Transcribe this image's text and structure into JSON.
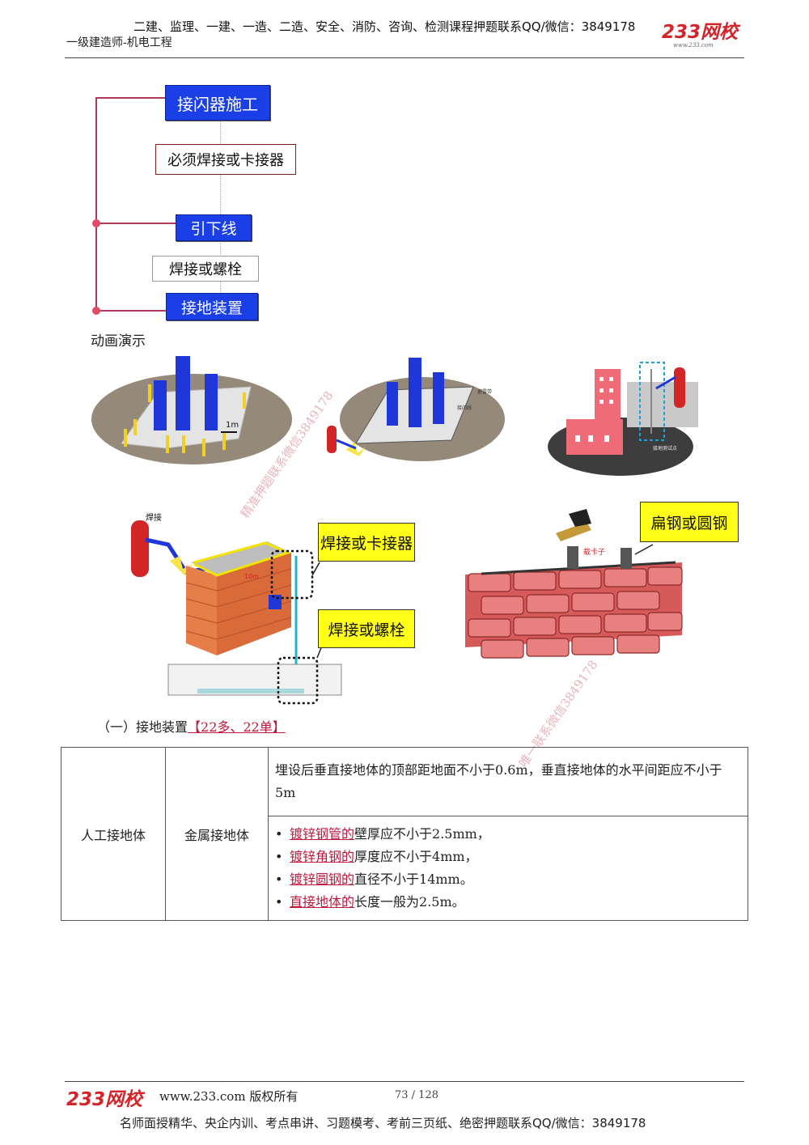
{
  "header": {
    "top_line": "二建、监理、一建、一造、二造、安全、消防、咨询、检测课程押题联系QQ/微信：3849178",
    "subtitle": "一级建造师-机电工程",
    "logo_text": "233网校",
    "logo_url": "www.233.com"
  },
  "mindmap": {
    "node1": "接闪器施工",
    "node2": "必须焊接或卡接器",
    "node3": "引下线",
    "node4": "焊接或螺栓",
    "node5": "接地装置"
  },
  "animation_label": "动画演示",
  "figures": {
    "fig1_label": "1m",
    "fig2_labels": [
      "避雷带",
      "接闪线"
    ],
    "fig3_labels": [
      "接地测试点"
    ],
    "fig4_weld_label": "焊接",
    "fig4_mark": "10m",
    "callout_top": "焊接或卡接器",
    "callout_bottom": "焊接或螺栓",
    "callout_right": "扁钢或圆钢",
    "clip_label": "载卡子"
  },
  "watermarks": [
    "精准押题联系微信3849178",
    "唯一联系微信3849178"
  ],
  "section": {
    "prefix": "（一）接地装置",
    "tag": "【22多、22单】"
  },
  "table": {
    "col1": "人工接地体",
    "col2": "金属接地体",
    "row1": "埋设后垂直接地体的顶部距地面不小于0.6m，垂直接地体的水平间距应不小于5m",
    "bullets": [
      {
        "key": "镀锌钢管的",
        "rest": "壁厚应不小于2.5mm，"
      },
      {
        "key": "镀锌角钢的",
        "rest": "厚度应不小于4mm，"
      },
      {
        "key": "镀锌圆钢的",
        "rest": "直径不小于14mm。"
      },
      {
        "key": "直接地体的",
        "rest": "长度一般为2.5m。"
      }
    ]
  },
  "footer": {
    "logo_text": "233网校",
    "site": "www.233.com 版权所有",
    "page": "73 / 128",
    "bottom_line": "名师面授精华、央企内训、考点串讲、习题模考、考前三页纸、绝密押题联系QQ/微信：3849178"
  },
  "colors": {
    "accent_red": "#c0173d",
    "node_blue": "#1a3fe6",
    "callout_yellow": "#ffff1a"
  }
}
